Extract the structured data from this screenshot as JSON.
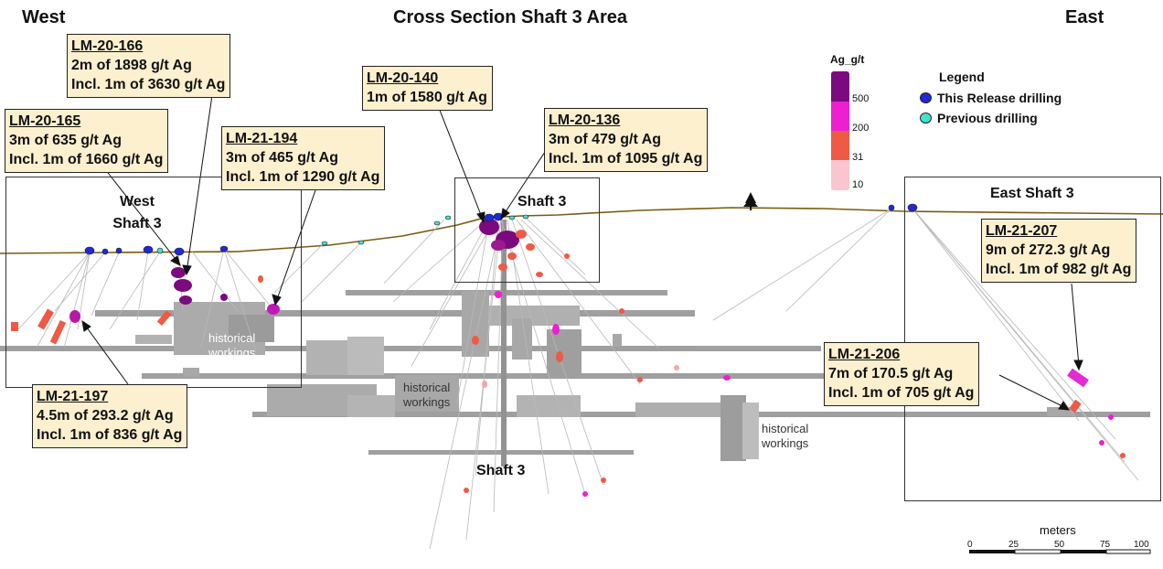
{
  "header": {
    "west": "West",
    "east": "East",
    "title": "Cross Section Shaft 3 Area"
  },
  "color_scale": {
    "title": "Ag_g/t",
    "bands": [
      {
        "label": "500",
        "color": "#7b0a7e"
      },
      {
        "label": "200",
        "color": "#ee1fd0"
      },
      {
        "label": "31",
        "color": "#ee5a45"
      },
      {
        "label": "10",
        "color": "#f9c5cf"
      }
    ]
  },
  "legend": {
    "title": "Legend",
    "items": [
      {
        "label": "This Release drilling",
        "color": "#1f2ad6"
      },
      {
        "label": "Previous drilling",
        "color": "#44e0d2"
      }
    ]
  },
  "callouts": [
    {
      "id": "LM-20-166",
      "lines": [
        "2m of 1898 g/t Ag",
        "Incl. 1m of 3630 g/t Ag"
      ]
    },
    {
      "id": "LM-20-165",
      "lines": [
        "3m of 635 g/t Ag",
        "Incl. 1m of 1660 g/t Ag"
      ]
    },
    {
      "id": "LM-21-194",
      "lines": [
        "3m of 465 g/t Ag",
        "Incl. 1m of 1290 g/t Ag"
      ]
    },
    {
      "id": "LM-20-140",
      "lines": [
        "1m of 1580 g/t Ag"
      ]
    },
    {
      "id": "LM-20-136",
      "lines": [
        "3m of 479 g/t Ag",
        "Incl. 1m of 1095 g/t Ag"
      ]
    },
    {
      "id": "LM-21-207",
      "lines": [
        "9m of 272.3 g/t Ag",
        "Incl. 1m of 982 g/t Ag"
      ]
    },
    {
      "id": "LM-21-206",
      "lines": [
        "7m of 170.5 g/t Ag",
        "Incl. 1m of 705 g/t Ag"
      ]
    },
    {
      "id": "LM-21-197",
      "lines": [
        "4.5m of 293.2 g/t Ag",
        "Incl. 1m of 836 g/t Ag"
      ]
    }
  ],
  "areas": {
    "west_shaft": [
      "West",
      "Shaft 3"
    ],
    "shaft3_top": "Shaft 3",
    "east_shaft": "East Shaft 3",
    "shaft3_bottom": "Shaft 3"
  },
  "workings_label": [
    "historical",
    "workings"
  ],
  "scale_bar": {
    "unit": "meters",
    "ticks": [
      "0",
      "25",
      "50",
      "75",
      "100"
    ]
  }
}
